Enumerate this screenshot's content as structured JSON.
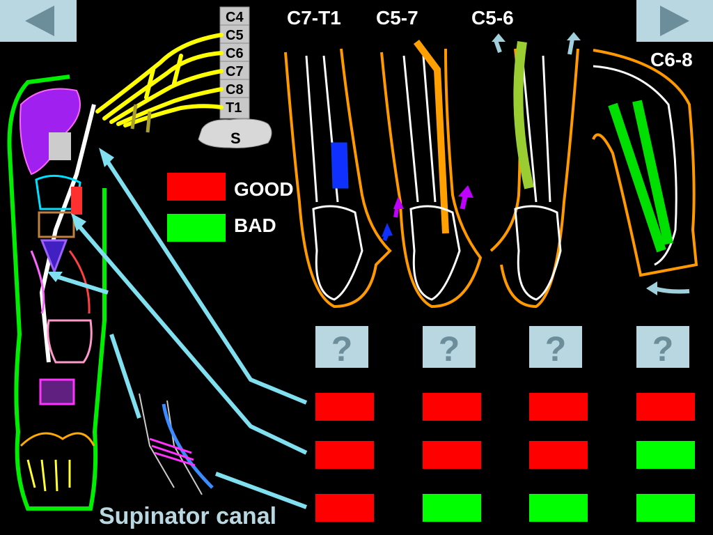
{
  "nav": {
    "prev_icon": "triangle-left-icon",
    "next_icon": "triangle-right-icon",
    "button_color": "#b9d7e0"
  },
  "spine": {
    "levels": [
      "C4",
      "C5",
      "C6",
      "C7",
      "C8",
      "T1"
    ],
    "sacrum_label": "S"
  },
  "legend": {
    "good": {
      "label": "GOOD",
      "color": "#ff0000"
    },
    "bad": {
      "label": "BAD",
      "color": "#00ff00"
    }
  },
  "columns": [
    {
      "label": "C7-T1"
    },
    {
      "label": "C5-7"
    },
    {
      "label": "C5-6"
    },
    {
      "label": "C6-8"
    }
  ],
  "question_mark": "?",
  "grid": {
    "rows": [
      [
        "red",
        "red",
        "red",
        "red"
      ],
      [
        "red",
        "red",
        "red",
        "green"
      ],
      [
        "red",
        "green",
        "green",
        "green"
      ]
    ]
  },
  "caption": "Supinator canal"
}
